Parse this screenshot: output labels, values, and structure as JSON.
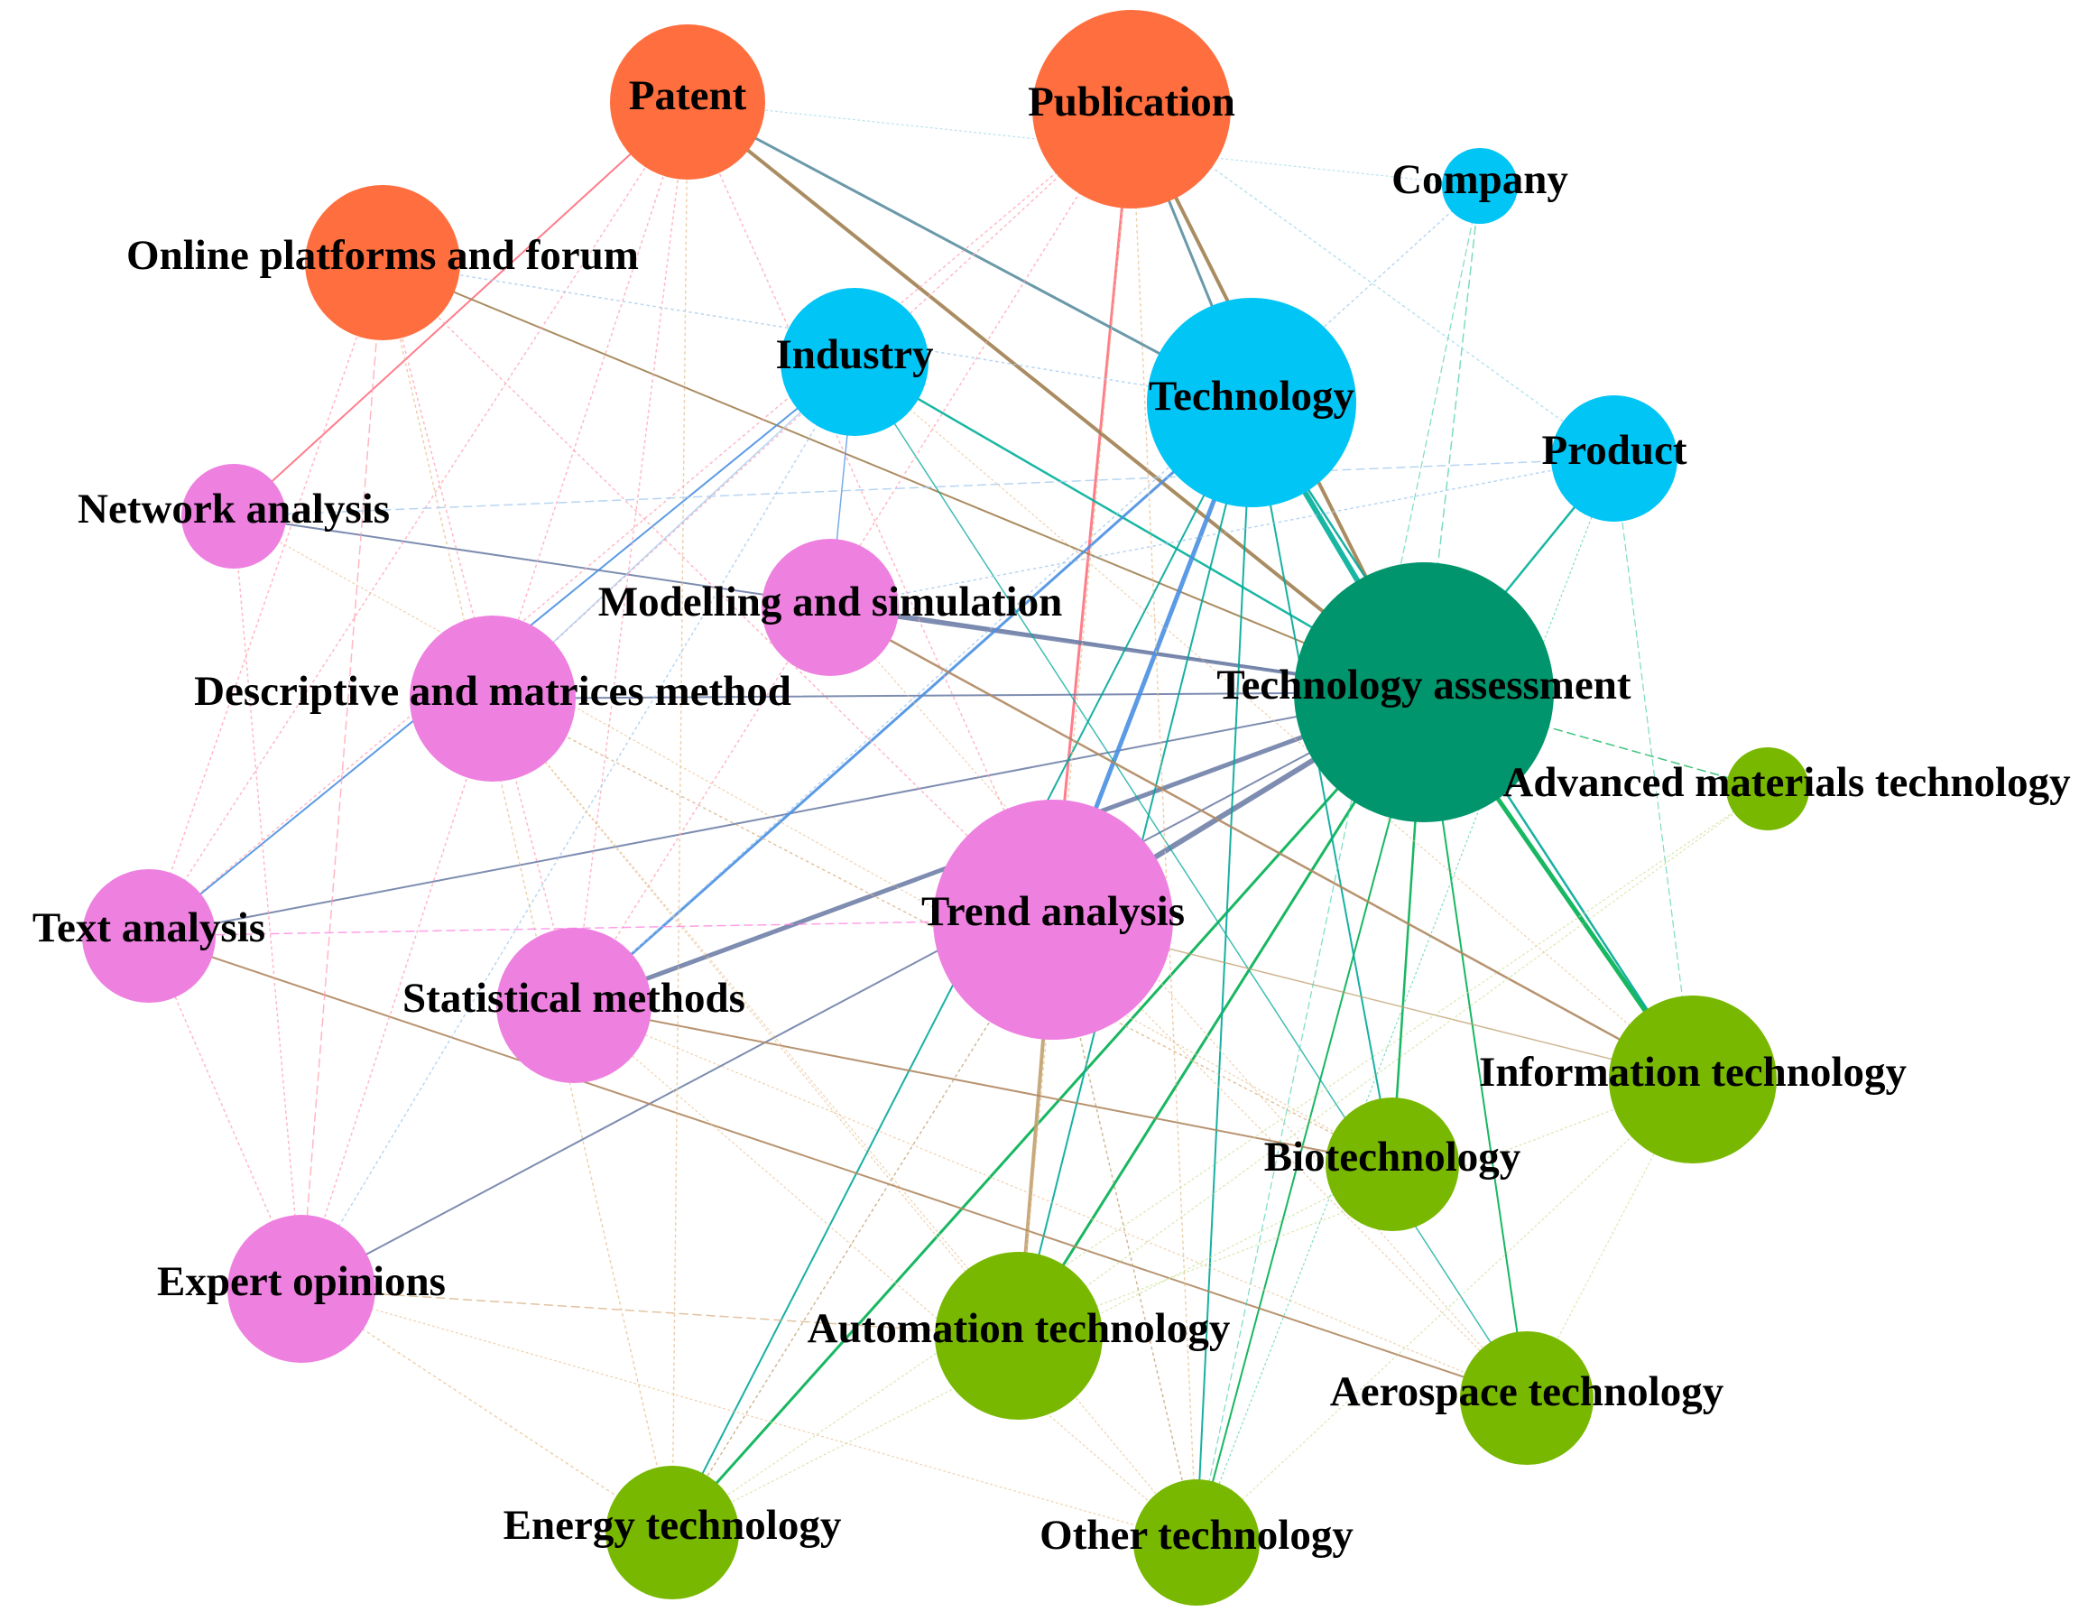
{
  "diagram": {
    "group_colors": {
      "data_source": "#FF6E3E",
      "object": "#00C5F5",
      "method": "#EE80E0",
      "focus": "#00956C",
      "field": "#78B800"
    },
    "nodes": [
      {
        "id": "patent",
        "label": "Patent",
        "group": "data_source"
      },
      {
        "id": "publication",
        "label": "Publication",
        "group": "data_source"
      },
      {
        "id": "online",
        "label": "Online platforms and forum",
        "group": "data_source"
      },
      {
        "id": "company",
        "label": "Company",
        "group": "object"
      },
      {
        "id": "industry",
        "label": "Industry",
        "group": "object"
      },
      {
        "id": "technology",
        "label": "Technology",
        "group": "object"
      },
      {
        "id": "product",
        "label": "Product",
        "group": "object"
      },
      {
        "id": "network",
        "label": "Network analysis",
        "group": "method"
      },
      {
        "id": "modelling",
        "label": "Modelling and simulation",
        "group": "method"
      },
      {
        "id": "descriptive",
        "label": "Descriptive and matrices method",
        "group": "method"
      },
      {
        "id": "text",
        "label": "Text analysis",
        "group": "method"
      },
      {
        "id": "trend",
        "label": "Trend analysis",
        "group": "method"
      },
      {
        "id": "statistical",
        "label": "Statistical methods",
        "group": "method"
      },
      {
        "id": "expert",
        "label": "Expert opinions",
        "group": "method"
      },
      {
        "id": "ta",
        "label": "Technology assessment",
        "group": "focus"
      },
      {
        "id": "advanced",
        "label": "Advanced materials technology",
        "group": "field"
      },
      {
        "id": "infotech",
        "label": "Information technology",
        "group": "field"
      },
      {
        "id": "biotech",
        "label": "Biotechnology",
        "group": "field"
      },
      {
        "id": "automation",
        "label": "Automation technology",
        "group": "field"
      },
      {
        "id": "aerospace",
        "label": "Aerospace technology",
        "group": "field"
      },
      {
        "id": "energy",
        "label": "Energy technology",
        "group": "field"
      },
      {
        "id": "other",
        "label": "Other technology",
        "group": "field"
      }
    ],
    "edges": [
      {
        "source": "publication",
        "target": "trend",
        "color": "#FF6F7F",
        "style": "solid",
        "weight": 3
      },
      {
        "source": "patent",
        "target": "network",
        "color": "#FF6F7F",
        "style": "solid",
        "weight": 2
      },
      {
        "source": "patent",
        "target": "ta",
        "color": "#A08050",
        "style": "solid",
        "weight": 4
      },
      {
        "source": "patent",
        "target": "technology",
        "color": "#5A8FA0",
        "style": "solid",
        "weight": 3
      },
      {
        "source": "publication",
        "target": "ta",
        "color": "#A08050",
        "style": "solid",
        "weight": 4
      },
      {
        "source": "publication",
        "target": "technology",
        "color": "#5A8FA0",
        "style": "solid",
        "weight": 3
      },
      {
        "source": "online",
        "target": "ta",
        "color": "#A08050",
        "style": "solid",
        "weight": 2
      },
      {
        "source": "technology",
        "target": "ta",
        "color": "#00B09A",
        "style": "solid",
        "weight": 6
      },
      {
        "source": "industry",
        "target": "ta",
        "color": "#00B09A",
        "style": "solid",
        "weight": 2.5
      },
      {
        "source": "product",
        "target": "ta",
        "color": "#00B09A",
        "style": "solid",
        "weight": 2.5
      },
      {
        "source": "company",
        "target": "ta",
        "color": "#50D0B0",
        "style": "dashed",
        "weight": 1.5
      },
      {
        "source": "modelling",
        "target": "ta",
        "color": "#7080A8",
        "style": "solid",
        "weight": 4
      },
      {
        "source": "descriptive",
        "target": "ta",
        "color": "#7080A8",
        "style": "solid",
        "weight": 2
      },
      {
        "source": "network",
        "target": "ta",
        "color": "#7080A8",
        "style": "solid",
        "weight": 2
      },
      {
        "source": "text",
        "target": "ta",
        "color": "#7080A8",
        "style": "solid",
        "weight": 2
      },
      {
        "source": "statistical",
        "target": "ta",
        "color": "#7080A8",
        "style": "solid",
        "weight": 5
      },
      {
        "source": "expert",
        "target": "ta",
        "color": "#7080A8",
        "style": "solid",
        "weight": 2
      },
      {
        "source": "trend",
        "target": "ta",
        "color": "#7080A8",
        "style": "solid",
        "weight": 6
      },
      {
        "source": "trend",
        "target": "technology",
        "color": "#4A90E2",
        "style": "solid",
        "weight": 5
      },
      {
        "source": "statistical",
        "target": "technology",
        "color": "#4A90E2",
        "style": "solid",
        "weight": 3
      },
      {
        "source": "text",
        "target": "industry",
        "color": "#4A90E2",
        "style": "solid",
        "weight": 2
      },
      {
        "source": "ta",
        "target": "infotech",
        "color": "#00B050",
        "style": "solid",
        "weight": 5
      },
      {
        "source": "ta",
        "target": "automation",
        "color": "#00B050",
        "style": "solid",
        "weight": 3
      },
      {
        "source": "ta",
        "target": "energy",
        "color": "#00B050",
        "style": "solid",
        "weight": 3
      },
      {
        "source": "ta",
        "target": "biotech",
        "color": "#00B050",
        "style": "solid",
        "weight": 2.5
      },
      {
        "source": "ta",
        "target": "aerospace",
        "color": "#00B050",
        "style": "solid",
        "weight": 2
      },
      {
        "source": "ta",
        "target": "other",
        "color": "#00B050",
        "style": "solid",
        "weight": 2
      },
      {
        "source": "ta",
        "target": "advanced",
        "color": "#00B050",
        "style": "dashed",
        "weight": 1.5
      },
      {
        "source": "technology",
        "target": "infotech",
        "color": "#00A89A",
        "style": "solid",
        "weight": 2.5
      },
      {
        "source": "technology",
        "target": "automation",
        "color": "#00A89A",
        "style": "solid",
        "weight": 2
      },
      {
        "source": "technology",
        "target": "energy",
        "color": "#00A89A",
        "style": "solid",
        "weight": 2
      },
      {
        "source": "technology",
        "target": "biotech",
        "color": "#00A89A",
        "style": "solid",
        "weight": 2
      },
      {
        "source": "technology",
        "target": "other",
        "color": "#00A89A",
        "style": "solid",
        "weight": 2
      },
      {
        "source": "industry",
        "target": "aerospace",
        "color": "#00A89A",
        "style": "solid",
        "weight": 1.5
      },
      {
        "source": "trend",
        "target": "automation",
        "color": "#C0A070",
        "style": "solid",
        "weight": 4
      },
      {
        "source": "modelling",
        "target": "infotech",
        "color": "#B08860",
        "style": "solid",
        "weight": 2.5
      },
      {
        "source": "text",
        "target": "aerospace",
        "color": "#B08860",
        "style": "solid",
        "weight": 2
      },
      {
        "source": "statistical",
        "target": "biotech",
        "color": "#B08860",
        "style": "solid",
        "weight": 2
      },
      {
        "source": "trend",
        "target": "infotech",
        "color": "#C0A070",
        "style": "solid",
        "weight": 1.5
      },
      {
        "source": "trend",
        "target": "energy",
        "color": "#C0A070",
        "style": "dotted",
        "weight": 1.5
      },
      {
        "source": "trend",
        "target": "other",
        "color": "#C0A070",
        "style": "dotted",
        "weight": 1.5
      },
      {
        "source": "descriptive",
        "target": "biotech",
        "color": "#D8B080",
        "style": "dotted",
        "weight": 1.5
      },
      {
        "source": "expert",
        "target": "automation",
        "color": "#D8B080",
        "style": "dashed",
        "weight": 1.5
      },
      {
        "source": "patent",
        "target": "trend",
        "color": "#FFA0B0",
        "style": "dotted",
        "weight": 1.5
      },
      {
        "source": "patent",
        "target": "statistical",
        "color": "#FFA0B0",
        "style": "dotted",
        "weight": 1.5
      },
      {
        "source": "patent",
        "target": "descriptive",
        "color": "#FFA0B0",
        "style": "dotted",
        "weight": 1.5
      },
      {
        "source": "patent",
        "target": "text",
        "color": "#FFA0B0",
        "style": "dotted",
        "weight": 1.5
      },
      {
        "source": "patent",
        "target": "energy",
        "color": "#E8C090",
        "style": "dotted",
        "weight": 1.5
      },
      {
        "source": "publication",
        "target": "statistical",
        "color": "#FFA0B0",
        "style": "dotted",
        "weight": 1.5
      },
      {
        "source": "publication",
        "target": "descriptive",
        "color": "#FFA0B0",
        "style": "dotted",
        "weight": 1.5
      },
      {
        "source": "publication",
        "target": "text",
        "color": "#FFA0B0",
        "style": "dotted",
        "weight": 1.5
      },
      {
        "source": "publication",
        "target": "other",
        "color": "#E8C090",
        "style": "dotted",
        "weight": 1.5
      },
      {
        "source": "publication",
        "target": "automation",
        "color": "#E8C090",
        "style": "dotted",
        "weight": 1.5
      },
      {
        "source": "publication",
        "target": "product",
        "color": "#A0D8E8",
        "style": "dotted",
        "weight": 1.5
      },
      {
        "source": "online",
        "target": "expert",
        "color": "#FFA0B0",
        "style": "dashed",
        "weight": 1.5
      },
      {
        "source": "online",
        "target": "text",
        "color": "#FFA0B0",
        "style": "dotted",
        "weight": 1.5
      },
      {
        "source": "online",
        "target": "statistical",
        "color": "#FFA0B0",
        "style": "dotted",
        "weight": 1.5
      },
      {
        "source": "online",
        "target": "trend",
        "color": "#FFA0B0",
        "style": "dotted",
        "weight": 1.5
      },
      {
        "source": "online",
        "target": "energy",
        "color": "#E8C090",
        "style": "dotted",
        "weight": 1.5
      },
      {
        "source": "online",
        "target": "technology",
        "color": "#A0C8F0",
        "style": "dotted",
        "weight": 1.5
      },
      {
        "source": "network",
        "target": "product",
        "color": "#A0C8F0",
        "style": "dashed",
        "weight": 1.5
      },
      {
        "source": "network",
        "target": "expert",
        "color": "#FFA0B0",
        "style": "dotted",
        "weight": 1.5
      },
      {
        "source": "descriptive",
        "target": "industry",
        "color": "#A0C8F0",
        "style": "solid",
        "weight": 1.5
      },
      {
        "source": "descriptive",
        "target": "expert",
        "color": "#FFA0B0",
        "style": "dotted",
        "weight": 1.5
      },
      {
        "source": "text",
        "target": "trend",
        "color": "#FF80E0",
        "style": "dashed",
        "weight": 1.5
      },
      {
        "source": "text",
        "target": "expert",
        "color": "#FFA0B0",
        "style": "dotted",
        "weight": 1.5
      },
      {
        "source": "expert",
        "target": "industry",
        "color": "#A0C8F0",
        "style": "dotted",
        "weight": 1.5
      },
      {
        "source": "expert",
        "target": "energy",
        "color": "#E8C090",
        "style": "dotted",
        "weight": 1.5
      },
      {
        "source": "modelling",
        "target": "industry",
        "color": "#4A90E2",
        "style": "solid",
        "weight": 1.5
      },
      {
        "source": "modelling",
        "target": "product",
        "color": "#A0C8F0",
        "style": "dotted",
        "weight": 1.5
      },
      {
        "source": "company",
        "target": "statistical",
        "color": "#A0C8F0",
        "style": "dotted",
        "weight": 1.5
      },
      {
        "source": "company",
        "target": "other",
        "color": "#50D0B0",
        "style": "dashed",
        "weight": 1.2
      },
      {
        "source": "company",
        "target": "patent",
        "color": "#A0D8E8",
        "style": "dotted",
        "weight": 1.2
      },
      {
        "source": "product",
        "target": "infotech",
        "color": "#50D0B0",
        "style": "dashed",
        "weight": 1.2
      },
      {
        "source": "product",
        "target": "other",
        "color": "#50D0B0",
        "style": "dotted",
        "weight": 1.2
      },
      {
        "source": "industry",
        "target": "infotech",
        "color": "#E8C090",
        "style": "dotted",
        "weight": 1.2
      },
      {
        "source": "statistical",
        "target": "other",
        "color": "#E8C090",
        "style": "dotted",
        "weight": 1.2
      },
      {
        "source": "statistical",
        "target": "aerospace",
        "color": "#E8C090",
        "style": "dotted",
        "weight": 1.2
      },
      {
        "source": "descriptive",
        "target": "other",
        "color": "#E8C090",
        "style": "dotted",
        "weight": 1.2
      },
      {
        "source": "descriptive",
        "target": "automation",
        "color": "#E8C090",
        "style": "dotted",
        "weight": 1.2
      },
      {
        "source": "modelling",
        "target": "aerospace",
        "color": "#E8C090",
        "style": "dotted",
        "weight": 1.2
      },
      {
        "source": "network",
        "target": "biotech",
        "color": "#E8C090",
        "style": "dotted",
        "weight": 1.2
      },
      {
        "source": "energy",
        "target": "advanced",
        "color": "#C8E090",
        "style": "dotted",
        "weight": 1.2
      },
      {
        "source": "automation",
        "target": "infotech",
        "color": "#C8E090",
        "style": "dotted",
        "weight": 1.2
      },
      {
        "source": "automation",
        "target": "advanced",
        "color": "#C8E090",
        "style": "dotted",
        "weight": 1.2
      },
      {
        "source": "energy",
        "target": "biotech",
        "color": "#C8E090",
        "style": "dotted",
        "weight": 1.2
      },
      {
        "source": "aerospace",
        "target": "infotech",
        "color": "#C8E090",
        "style": "dotted",
        "weight": 1.2
      },
      {
        "source": "other",
        "target": "infotech",
        "color": "#C8E090",
        "style": "dotted",
        "weight": 1.2
      },
      {
        "source": "expert",
        "target": "other",
        "color": "#E8C090",
        "style": "dotted",
        "weight": 1.2
      },
      {
        "source": "trend",
        "target": "aerospace",
        "color": "#E8C090",
        "style": "dotted",
        "weight": 1.2
      }
    ]
  }
}
